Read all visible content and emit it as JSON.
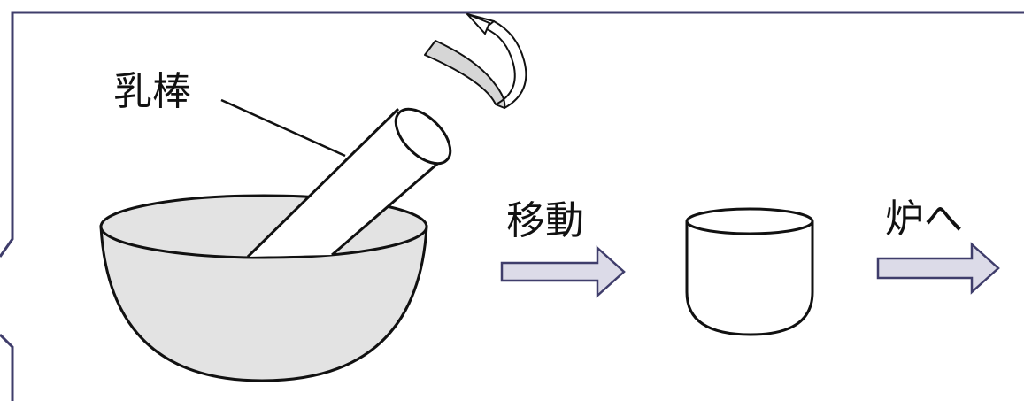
{
  "labels": {
    "pestle": "乳棒",
    "move": "移動",
    "to_furnace": "炉へ"
  },
  "colors": {
    "frame": "#3f3d6b",
    "stroke": "#111111",
    "bowl_fill": "#e3e3e3",
    "arrow_fill": "#dcdbe8",
    "arrow_stroke": "#3f3d6b",
    "rotation_fill": "#d6d6d6"
  },
  "icons": {
    "rotation": "curved-rotation-arrow"
  }
}
